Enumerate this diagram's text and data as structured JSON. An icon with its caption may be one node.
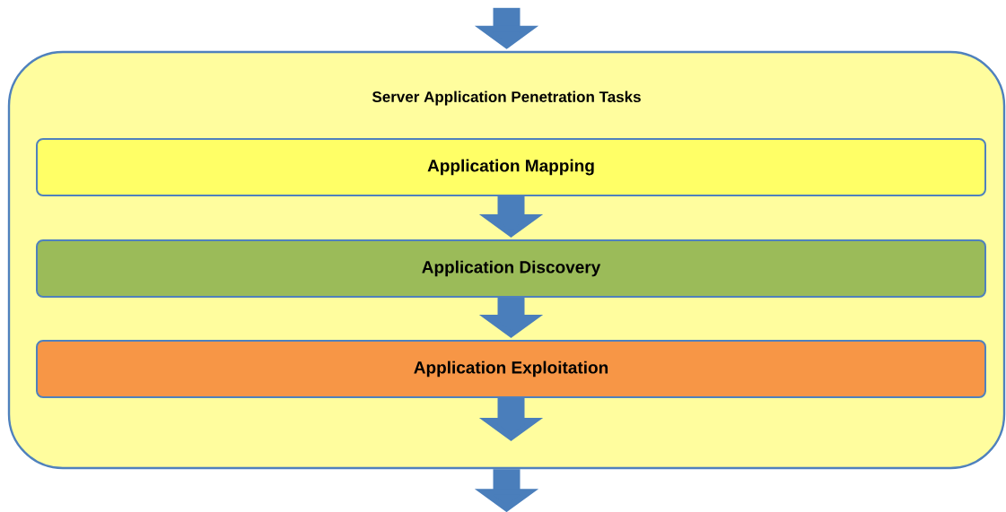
{
  "diagram": {
    "nodes": [
      {
        "text": [
          "Server Application Penetration Tasks"
        ]
      },
      {
        "text": [
          "Application Mapping"
        ],
        "in": 0
      },
      {
        "text": [
          "Application Discovery"
        ],
        "in": 0
      },
      {
        "text": [
          "Application Exploitation"
        ],
        "in": 0
      }
    ],
    "edges": [
      {
        "from": null,
        "to": 0,
        "arrow": "to"
      },
      {
        "from": 1,
        "to": 2,
        "arrow": "to"
      },
      {
        "from": 2,
        "to": 3,
        "arrow": "to"
      },
      {
        "from": 3,
        "to": null,
        "arrow": "to"
      },
      {
        "from": 0,
        "to": null,
        "arrow": "to"
      }
    ]
  }
}
